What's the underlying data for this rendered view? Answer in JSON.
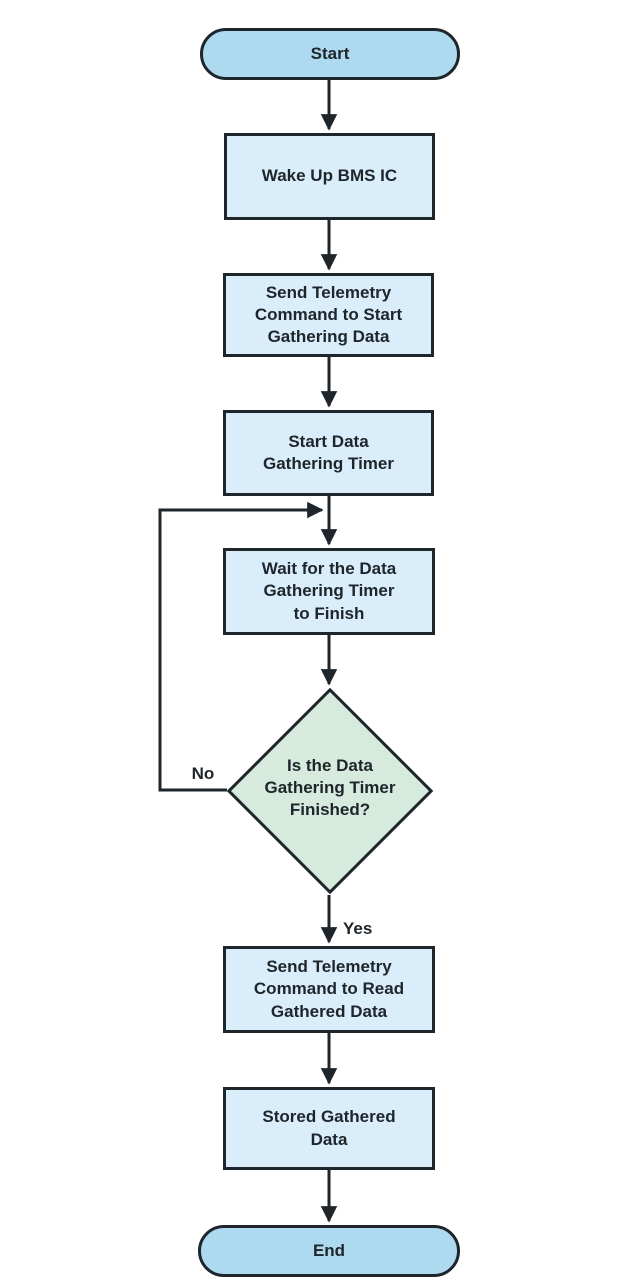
{
  "diagram": {
    "type": "flowchart",
    "nodes": [
      {
        "id": "start",
        "shape": "terminator",
        "label": "Start"
      },
      {
        "id": "wake",
        "shape": "process",
        "label": "Wake Up BMS IC"
      },
      {
        "id": "send-start",
        "shape": "process",
        "label": "Send Telemetry\nCommand to Start\nGathering Data"
      },
      {
        "id": "timer",
        "shape": "process",
        "label": "Start Data\nGathering Timer"
      },
      {
        "id": "wait",
        "shape": "process",
        "label": "Wait for the Data\nGathering Timer\nto Finish"
      },
      {
        "id": "decision",
        "shape": "decision",
        "label": "Is the Data\nGathering Timer\nFinished?"
      },
      {
        "id": "send-read",
        "shape": "process",
        "label": "Send Telemetry\nCommand to Read\nGathered Data"
      },
      {
        "id": "stored",
        "shape": "process",
        "label": "Stored Gathered\nData"
      },
      {
        "id": "end",
        "shape": "terminator",
        "label": "End"
      }
    ],
    "edges": [
      {
        "from": "start",
        "to": "wake"
      },
      {
        "from": "wake",
        "to": "send-start"
      },
      {
        "from": "send-start",
        "to": "timer"
      },
      {
        "from": "timer",
        "to": "wait"
      },
      {
        "from": "wait",
        "to": "decision"
      },
      {
        "from": "decision",
        "to": "send-read",
        "label": "Yes"
      },
      {
        "from": "decision",
        "to": "wait",
        "label": "No"
      },
      {
        "from": "send-read",
        "to": "stored"
      },
      {
        "from": "stored",
        "to": "end"
      }
    ],
    "edge_labels": {
      "no": "No",
      "yes": "Yes"
    },
    "colors": {
      "background": "#FFFFFF",
      "terminator_fill": "#AEDAF0",
      "process_fill": "#DAEDFA",
      "decision_fill": "#D6EBDD",
      "stroke": "#1E252B",
      "text": "#1E252B"
    }
  }
}
